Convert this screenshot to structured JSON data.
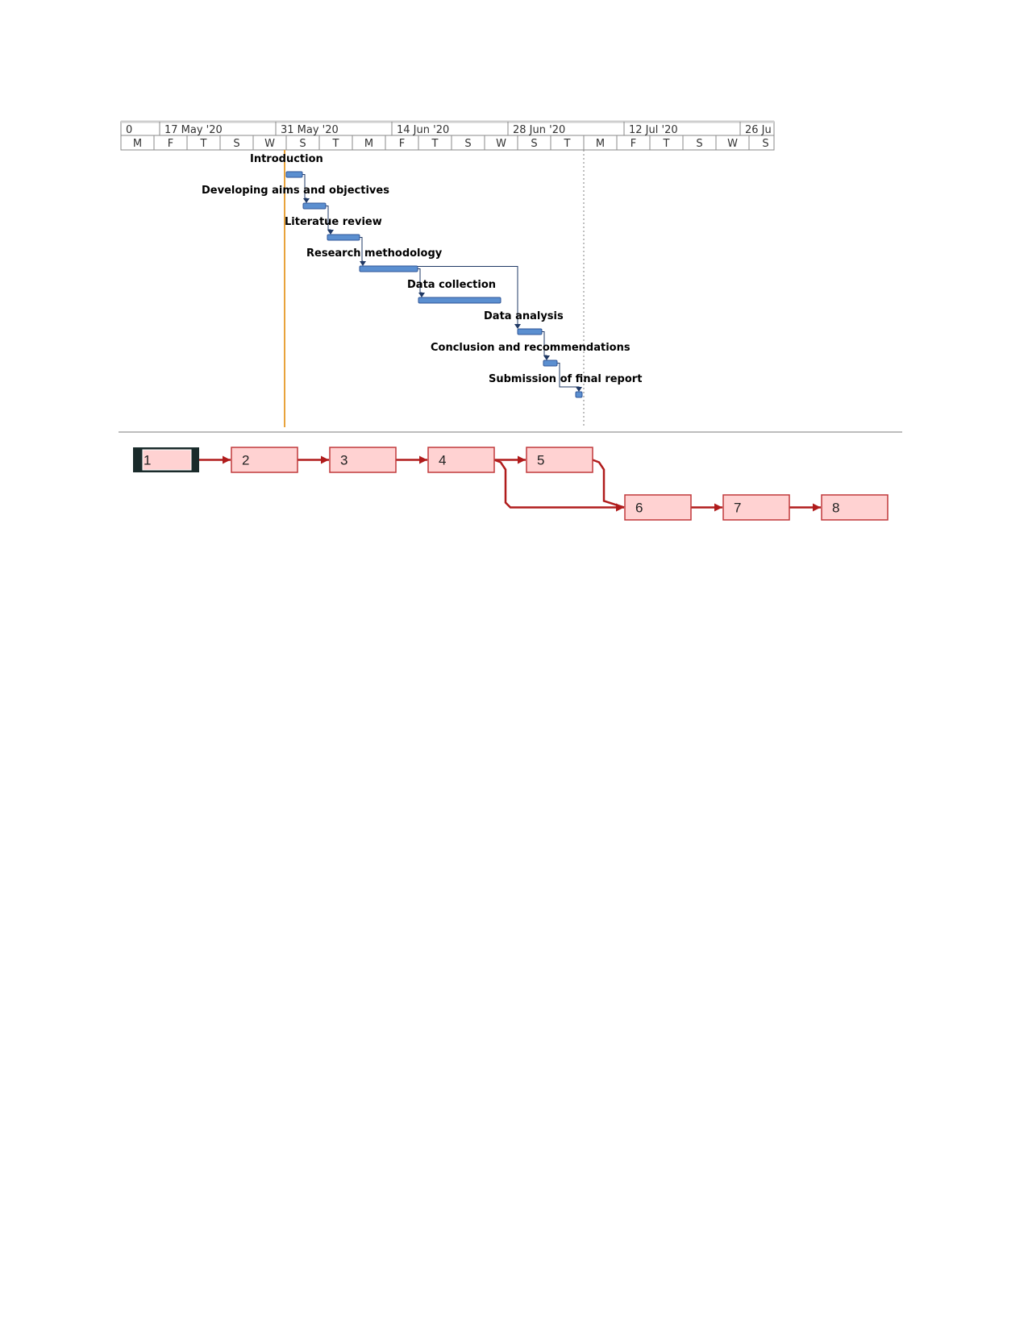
{
  "gantt": {
    "header": {
      "top_labels": [
        "0",
        "17 May '20",
        "31 May '20",
        "14 Jun '20",
        "28 Jun '20",
        "12 Jul '20",
        "26 Ju"
      ],
      "day_labels": [
        "M",
        "F",
        "T",
        "S",
        "W",
        "S",
        "T",
        "M",
        "F",
        "T",
        "S",
        "W",
        "S",
        "T",
        "M",
        "F",
        "T",
        "S",
        "W",
        "S"
      ]
    },
    "tasks": [
      {
        "id": 1,
        "label": "Introduction"
      },
      {
        "id": 2,
        "label": "Developing aims and objectives"
      },
      {
        "id": 3,
        "label": "Literatue review"
      },
      {
        "id": 4,
        "label": "Research methodology"
      },
      {
        "id": 5,
        "label": "Data collection"
      },
      {
        "id": 6,
        "label": "Data analysis"
      },
      {
        "id": 7,
        "label": "Conclusion and recommendations"
      },
      {
        "id": 8,
        "label": "Submission of final report"
      }
    ],
    "dependencies": [
      [
        1,
        2
      ],
      [
        2,
        3
      ],
      [
        3,
        4
      ],
      [
        4,
        5
      ],
      [
        4,
        6
      ],
      [
        6,
        7
      ],
      [
        7,
        8
      ]
    ],
    "colors": {
      "bar": "#5b8fd0",
      "bar_border": "#2f5597",
      "link": "#1f3864",
      "current_date_line": "#e8a33c"
    }
  },
  "network": {
    "nodes": [
      {
        "id": "1",
        "label": "1",
        "selected": true
      },
      {
        "id": "2",
        "label": "2"
      },
      {
        "id": "3",
        "label": "3"
      },
      {
        "id": "4",
        "label": "4"
      },
      {
        "id": "5",
        "label": "5"
      },
      {
        "id": "6",
        "label": "6"
      },
      {
        "id": "7",
        "label": "7"
      },
      {
        "id": "8",
        "label": "8"
      }
    ],
    "edges": [
      [
        "1",
        "2"
      ],
      [
        "2",
        "3"
      ],
      [
        "3",
        "4"
      ],
      [
        "4",
        "5"
      ],
      [
        "4",
        "6"
      ],
      [
        "5",
        "6"
      ],
      [
        "6",
        "7"
      ],
      [
        "7",
        "8"
      ]
    ],
    "colors": {
      "node_fill": "#ffd2d2",
      "node_border": "#c0393b",
      "edge": "#b01c1c",
      "selected_border": "#1a2b2b"
    }
  }
}
